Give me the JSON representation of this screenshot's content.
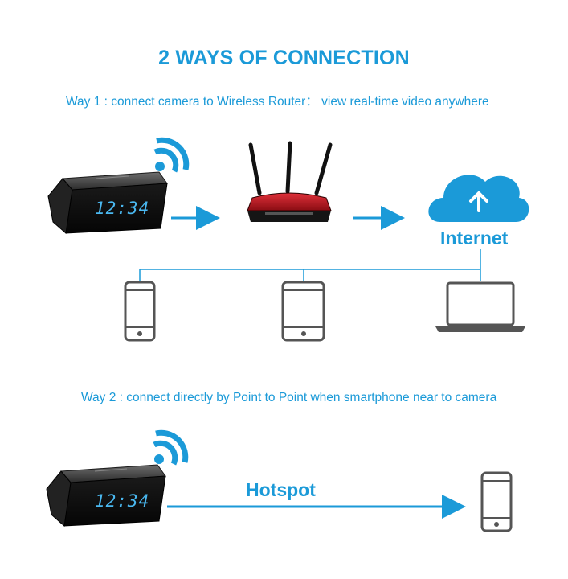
{
  "title": "2 WAYS OF CONNECTION",
  "way1": {
    "text": "Way 1 : connect camera to Wireless Router： view real-time video anywhere",
    "clock_time": "12:34",
    "internet_label": "Internet"
  },
  "way2": {
    "text": "Way 2 : connect directly by Point to Point when smartphone near to camera",
    "clock_time": "12:34",
    "hotspot_label": "Hotspot"
  },
  "colors": {
    "accent": "#1b9ad8",
    "device_gray": "#555555",
    "clock_digits": "#4ab8f0",
    "router_red": "#b3131c"
  }
}
